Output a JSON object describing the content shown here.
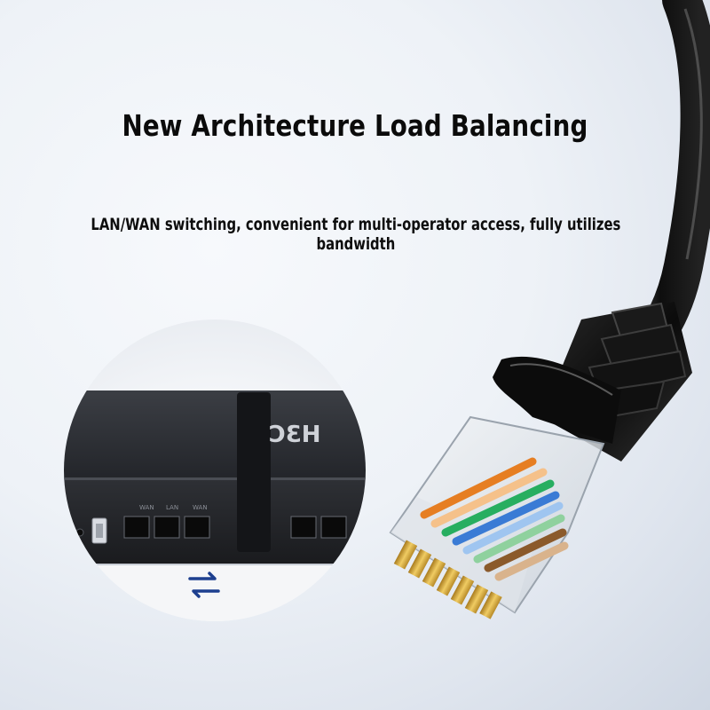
{
  "headline": "New Architecture Load Balancing",
  "subheadline": "LAN/WAN switching, convenient for multi-operator access, fully utilizes bandwidth",
  "device": {
    "brand_logo_text": "H3C",
    "port_labels": [
      "WAN",
      "LAN",
      "WAN"
    ]
  },
  "icons": {
    "switch_arrows": "bidirectional-arrows-icon"
  },
  "colors": {
    "arrow_blue": "#1d3f8f",
    "cable_black": "#141414",
    "router_body": "#2a2c30"
  }
}
